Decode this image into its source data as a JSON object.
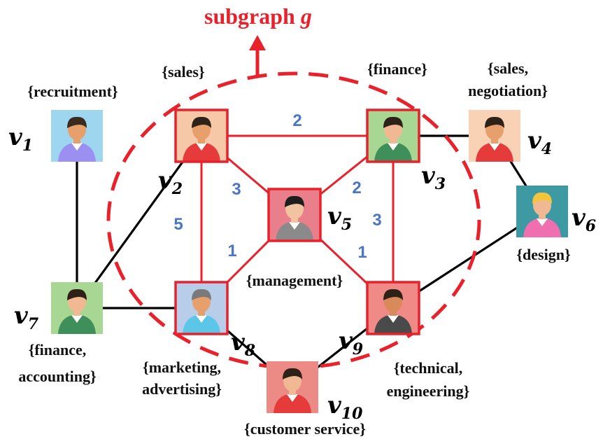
{
  "title": {
    "text": "subgraph ",
    "var": "g"
  },
  "nodes": [
    {
      "id": "v1",
      "name": "v",
      "sub": "1",
      "label_lines": [
        "{recruitment}"
      ],
      "in_subgraph": false,
      "bg": "#9fd6ef",
      "skin": "#e7a06b",
      "shirt": "#9b8ff2",
      "hair": "#3b2a1e",
      "icon": "person-hr-icon"
    },
    {
      "id": "v2",
      "name": "v",
      "sub": "2",
      "label_lines": [
        "{sales}"
      ],
      "in_subgraph": true,
      "bg": "#f6c8a8",
      "skin": "#e7a06b",
      "shirt": "#e63b3b",
      "hair": "#2e2218",
      "icon": "person-salesman-icon"
    },
    {
      "id": "v3",
      "name": "v",
      "sub": "3",
      "label_lines": [
        "{finance}"
      ],
      "in_subgraph": true,
      "bg": "#a7d793",
      "skin": "#f0b993",
      "shirt": "#3f8f5a",
      "hair": "#2e2218",
      "icon": "person-accountant-icon"
    },
    {
      "id": "v4",
      "name": "v",
      "sub": "4",
      "label_lines": [
        "{sales,",
        "negotiation}"
      ],
      "in_subgraph": false,
      "bg": "#f9d2b6",
      "skin": "#e7a06b",
      "shirt": "#e63b3b",
      "hair": "#2e2218",
      "icon": "person-salesman-icon"
    },
    {
      "id": "v5",
      "name": "v",
      "sub": "5",
      "label_lines": [
        "{management}"
      ],
      "in_subgraph": true,
      "bg": "#e87f8a",
      "skin": "#f2c39f",
      "shirt": "#8a8a8a",
      "hair": "#1d1d1d",
      "icon": "person-manager-icon"
    },
    {
      "id": "v6",
      "name": "v",
      "sub": "6",
      "label_lines": [
        "{design}"
      ],
      "in_subgraph": false,
      "bg": "#3d9aa3",
      "skin": "#f0b993",
      "shirt": "#f06fb0",
      "hair": "#f3c53c",
      "icon": "person-designer-icon"
    },
    {
      "id": "v7",
      "name": "v",
      "sub": "7",
      "label_lines": [
        "{finance,",
        "accounting}"
      ],
      "in_subgraph": false,
      "bg": "#a7d793",
      "skin": "#f0b993",
      "shirt": "#3f8f5a",
      "hair": "#2e2218",
      "icon": "person-accountant-icon"
    },
    {
      "id": "v8",
      "name": "v",
      "sub": "8",
      "label_lines": [
        "{marketing,",
        "advertising}"
      ],
      "in_subgraph": true,
      "bg": "#b7cde9",
      "skin": "#e7a06b",
      "shirt": "#5cc6e8",
      "hair": "#7a7a7a",
      "icon": "person-marketer-icon"
    },
    {
      "id": "v9",
      "name": "v",
      "sub": "9",
      "label_lines": [
        "{technical,",
        "engineering}"
      ],
      "in_subgraph": true,
      "bg": "#f08a86",
      "skin": "#d88a5a",
      "shirt": "#4a4a4a",
      "hair": "#2e2218",
      "icon": "person-engineer-icon"
    },
    {
      "id": "v10",
      "name": "v",
      "sub": "10",
      "label_lines": [
        "{customer service}"
      ],
      "in_subgraph": false,
      "bg": "#ec8a86",
      "skin": "#f0b993",
      "shirt": "#e63b3b",
      "hair": "#2e2218",
      "icon": "person-support-icon"
    }
  ],
  "edges": [
    {
      "from": "v2",
      "to": "v3",
      "weight": "2",
      "subgraph": true
    },
    {
      "from": "v2",
      "to": "v5",
      "weight": "3",
      "subgraph": true
    },
    {
      "from": "v3",
      "to": "v5",
      "weight": "2",
      "subgraph": true
    },
    {
      "from": "v2",
      "to": "v8",
      "weight": "5",
      "subgraph": true
    },
    {
      "from": "v3",
      "to": "v9",
      "weight": "3",
      "subgraph": true
    },
    {
      "from": "v5",
      "to": "v8",
      "weight": "1",
      "subgraph": true
    },
    {
      "from": "v5",
      "to": "v9",
      "weight": "1",
      "subgraph": true
    },
    {
      "from": "v1",
      "to": "v7",
      "weight": "",
      "subgraph": false
    },
    {
      "from": "v7",
      "to": "v2",
      "weight": "",
      "subgraph": false
    },
    {
      "from": "v7",
      "to": "v8",
      "weight": "",
      "subgraph": false
    },
    {
      "from": "v3",
      "to": "v4",
      "weight": "",
      "subgraph": false
    },
    {
      "from": "v4",
      "to": "v6",
      "weight": "",
      "subgraph": false
    },
    {
      "from": "v6",
      "to": "v9",
      "weight": "",
      "subgraph": false
    },
    {
      "from": "v8",
      "to": "v10",
      "weight": "",
      "subgraph": false
    },
    {
      "from": "v9",
      "to": "v10",
      "weight": "",
      "subgraph": false
    }
  ],
  "colors": {
    "subgraph_red": "#e8212b",
    "edge_black": "#000000",
    "weight_blue": "#4a76c4"
  }
}
